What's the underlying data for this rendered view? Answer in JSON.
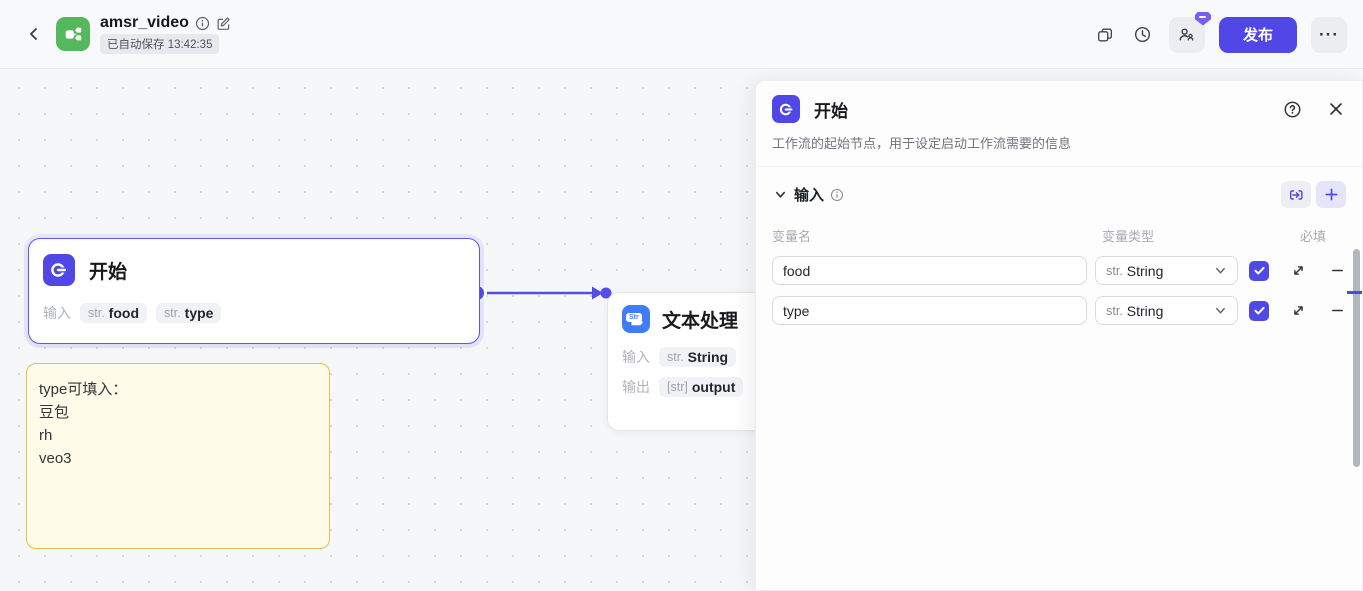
{
  "header": {
    "title": "amsr_video",
    "autosave": "已自动保存 13:42:35",
    "publish_label": "发布",
    "more_label": "···"
  },
  "canvas": {
    "start_node": {
      "title": "开始",
      "input_label": "输入",
      "pills": [
        {
          "prefix": "str.",
          "label": "food"
        },
        {
          "prefix": "str.",
          "label": "type"
        }
      ]
    },
    "text_node": {
      "title": "文本处理",
      "icon_badge": "Str",
      "input_label": "输入",
      "output_label": "输出",
      "input_pill": {
        "prefix": "str.",
        "label": "String"
      },
      "output_pill": {
        "prefix": "[str]",
        "label": "output"
      }
    },
    "note": {
      "lines": [
        "type可填入：",
        "豆包",
        "rh",
        "veo3"
      ]
    }
  },
  "panel": {
    "title": "开始",
    "description": "工作流的起始节点，用于设定启动工作流需要的信息",
    "section_label": "输入",
    "columns": {
      "name": "变量名",
      "type": "变量类型",
      "required": "必填"
    },
    "rows": [
      {
        "name": "food",
        "type_prefix": "str.",
        "type": "String",
        "required": true
      },
      {
        "name": "type",
        "type_prefix": "str.",
        "type": "String",
        "required": true
      }
    ]
  },
  "colors": {
    "accent": "#5147e6",
    "node_selected_border": "#5d55f0",
    "edge": "#554de8",
    "blue_icon": "#3d7df5",
    "green_logo": "#56b75c",
    "note_bg": "#fefbe9",
    "note_border": "#e7bf4e",
    "canvas_bg": "#f6f7f9"
  }
}
